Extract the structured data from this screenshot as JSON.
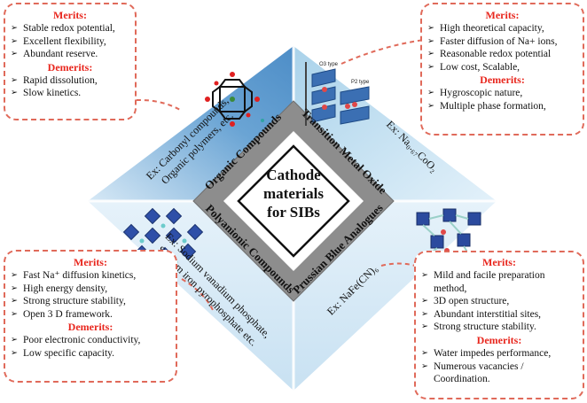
{
  "center": {
    "line1": "Cathode",
    "line2": "materials",
    "line3": "for SIBs"
  },
  "quadrants": {
    "top_left": {
      "category": "Organic Compounds",
      "example_line1": "Ex: Carbonyl compounds,",
      "example_line2": "Organic polymers, etc.",
      "merits_title": "Merits:",
      "merits": [
        "Stable redox potential,",
        "Excellent flexibility,",
        "Abundant reserve."
      ],
      "demerits_title": "Demerits:",
      "demerits": [
        "Rapid dissolution,",
        "Slow kinetics."
      ]
    },
    "top_right": {
      "category": "Transition Metal Oxide",
      "example": "Ex: Na₀.₆₇CoO₂",
      "structure_label_1": "O3 type",
      "structure_label_2": "P2 type",
      "merits_title": "Merits:",
      "merits": [
        "High theoretical capacity,",
        "Faster diffusion of Na+ ions,",
        "Reasonable redox potential",
        "Low cost, Scalable,"
      ],
      "demerits_title": "Demerits:",
      "demerits": [
        "Hygroscopic nature,",
        "Multiple phase formation,"
      ]
    },
    "bottom_left": {
      "category": "Polyanionic Compounds",
      "example_line1": "Ex: Sodium vanadium phosphate,",
      "example_line2": "Sodium iron pyrophosphate etc.",
      "merits_title": "Merits:",
      "merits": [
        "Fast Na⁺ diffusion kinetics,",
        "High energy density,",
        "Strong structure stability,",
        "Open 3 D framework."
      ],
      "demerits_title": "Demerits:",
      "demerits": [
        "Poor electronic conductivity,",
        "Low specific capacity."
      ]
    },
    "bottom_right": {
      "category": "Prussian Blue Analogues",
      "example": "Ex: NaFe(CN)₆",
      "merits_title": "Merits:",
      "merits": [
        "Mild and facile preparation",
        "method,",
        "3D open structure,",
        "Abundant interstitial sites,",
        "Strong structure stability."
      ],
      "demerits_title": "Demerits:",
      "demerits": [
        "Water impedes performance,",
        "Numerous vacancies /",
        "Coordination."
      ]
    }
  },
  "colors": {
    "top_left_fill": "#5f9bcf",
    "top_right_fill": "#b9dbed",
    "bottom_fill": "#dcecf6",
    "ring_fill": "#8d8d8d",
    "connector": "#e06a5a",
    "heading": "#e8261d"
  }
}
